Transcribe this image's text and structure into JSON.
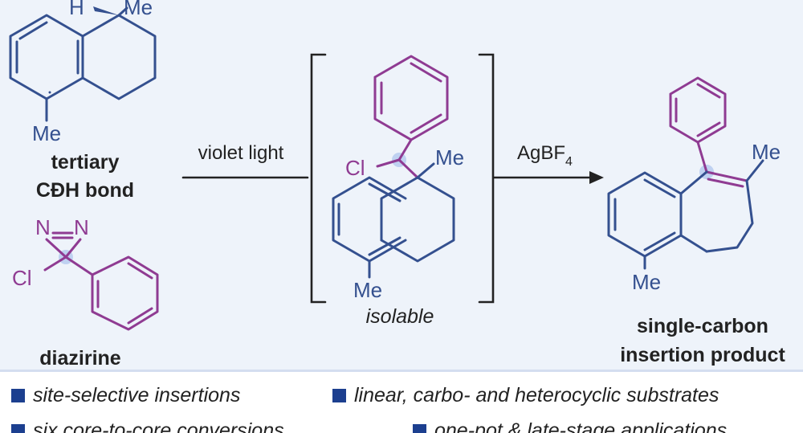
{
  "labels": {
    "substrate_title_1": "tertiary",
    "substrate_title_2": "CÐH  bond",
    "reagent_title": "diazirine",
    "step1_condition": "violet light",
    "step2_reagent": "AgBF",
    "step2_subscript": "4",
    "intermediate_note": "isolable",
    "product_title_1": "single-carbon",
    "product_title_2": "insertion product"
  },
  "atoms": {
    "H": "H",
    "Me": "Me",
    "Cl": "Cl",
    "N": "N"
  },
  "bullets": [
    "site-selective insertions",
    "linear, carbo- and heterocyclic substrates",
    "six core-to-core conversions",
    "one-pot & late-stage applications"
  ],
  "colors": {
    "scaffold": "#34508f",
    "carbene": "#8f3b92",
    "highlight": "#b9cdf0",
    "bullet": "#1c3f8f",
    "panel": "#eef3fa"
  }
}
